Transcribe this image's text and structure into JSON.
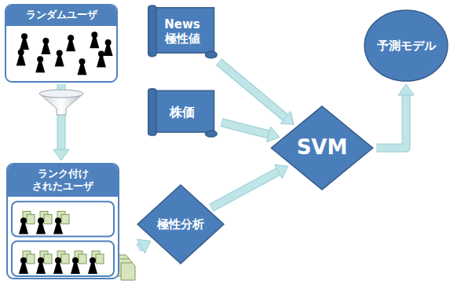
{
  "diagram": {
    "nodes": [
      {
        "text": [
          "ランダムユーザ"
        ]
      },
      {
        "text": [
          "ランク付け されたユーザ"
        ]
      },
      {
        "text": [
          "News 極性値"
        ]
      },
      {
        "text": [
          "株価"
        ]
      },
      {
        "text": [
          "極性分析"
        ]
      },
      {
        "text": [
          "SVM"
        ]
      },
      {
        "text": [
          "予測モデル"
        ]
      }
    ],
    "edges": [
      {
        "from": 0,
        "to": 1,
        "arrow": "to"
      },
      {
        "from": 1,
        "to": 4,
        "arrow": "to"
      },
      {
        "from": 2,
        "to": 5,
        "arrow": "to"
      },
      {
        "from": 3,
        "to": 5,
        "arrow": "to"
      },
      {
        "from": 4,
        "to": 5,
        "arrow": "to"
      },
      {
        "from": 5,
        "to": 6,
        "arrow": "to"
      }
    ]
  }
}
